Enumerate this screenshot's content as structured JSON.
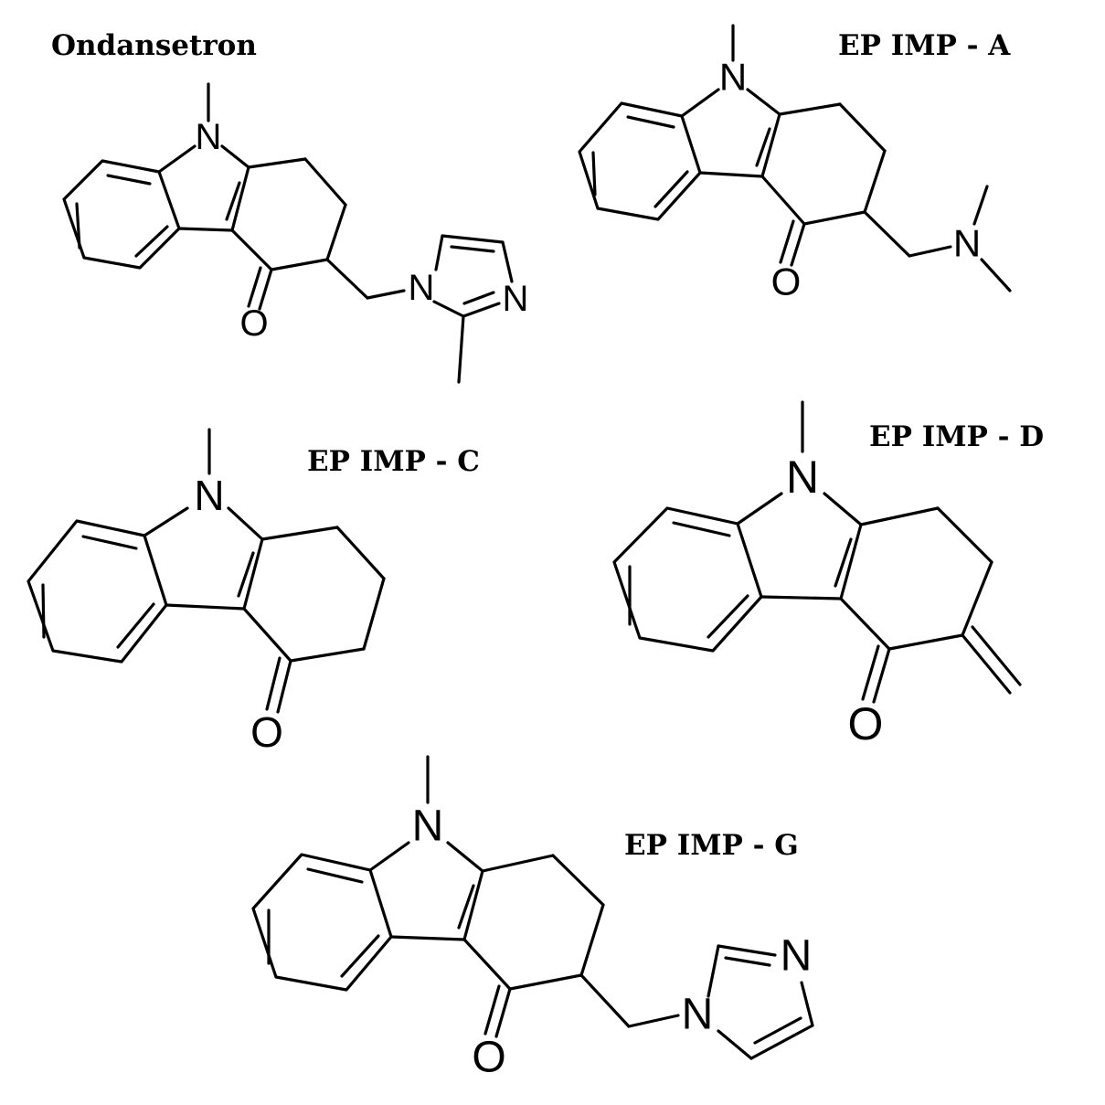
{
  "compounds": [
    {
      "title": "Ondansetron",
      "atoms": {
        "n_ring": "N",
        "oxygen": "O",
        "imidazole_n1": "N",
        "imidazole_n3": "N"
      }
    },
    {
      "title": "EP IMP - A",
      "atoms": {
        "n_ring": "N",
        "oxygen": "O",
        "amine_n": "N"
      }
    },
    {
      "title": "EP IMP - C",
      "atoms": {
        "n_ring": "N",
        "oxygen": "O"
      }
    },
    {
      "title": "EP IMP - D",
      "atoms": {
        "n_ring": "N",
        "oxygen": "O"
      }
    },
    {
      "title": "EP IMP - G",
      "atoms": {
        "n_ring": "N",
        "oxygen": "O",
        "imidazole_n1": "N",
        "imidazole_n3": "N"
      }
    }
  ]
}
